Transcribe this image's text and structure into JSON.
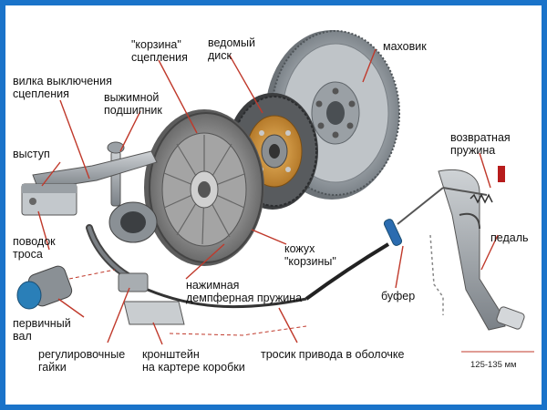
{
  "diagram": {
    "frame_color": "#1a73c9",
    "leader_color": "#c0392b",
    "labels": {
      "basket": "\"корзина\"\nсцепления",
      "driven_disc": "ведомый\nдиск",
      "flywheel": "маховик",
      "release_fork": "вилка выключения\nсцепления",
      "release_bearing": "выжимной\nподшипник",
      "protrusion": "выступ",
      "return_spring": "возвратная\nпружина",
      "cable_lever": "поводок\nтроса",
      "pedal": "педаль",
      "basket_cover": "кожух\n\"корзины\"",
      "buffer": "буфер",
      "pressure_spring": "нажимная\nдемпферная пружина",
      "input_shaft": "первичный\nвал",
      "adjusting_nuts": "регулировочные\nгайки",
      "bracket": "кронштейн\nна картере коробки",
      "sheathed_cable": "тросик привода в оболочке",
      "pedal_travel": "125-135 мм"
    }
  }
}
